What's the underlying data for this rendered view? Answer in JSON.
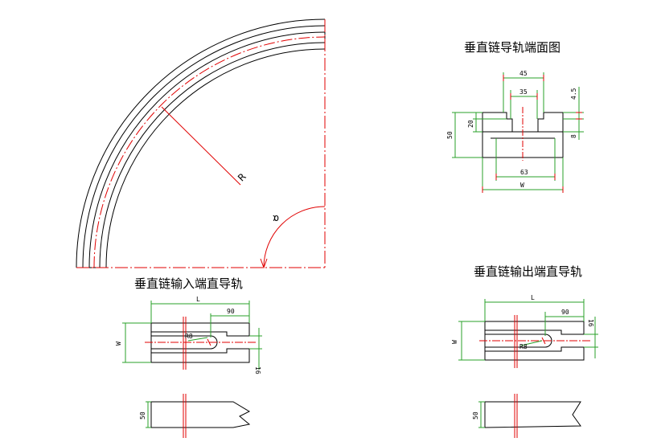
{
  "titles": {
    "end_face": "垂直链导轨端面图",
    "input_rail": "垂直链输入端直导轨",
    "output_rail": "垂直链输出端直导轨"
  },
  "curve": {
    "radius_label": "R",
    "angle_label": "α"
  },
  "end_face": {
    "dim_45": "45",
    "dim_35": "35",
    "dim_4_5": "4.5",
    "dim_20": "20",
    "dim_50": "50",
    "dim_8": "8",
    "dim_63": "63",
    "dim_w": "W"
  },
  "input_rail": {
    "dim_L": "L",
    "dim_90": "90",
    "dim_W": "W",
    "dim_R8": "R8",
    "dim_16": "16",
    "dim_50": "50"
  },
  "output_rail": {
    "dim_L": "L",
    "dim_90": "90",
    "dim_W": "W",
    "dim_R8": "R8",
    "dim_16": "16",
    "dim_50": "50"
  },
  "colors": {
    "outline": "#000000",
    "center_line": "#e00000",
    "dimension": "#2aa02a"
  }
}
